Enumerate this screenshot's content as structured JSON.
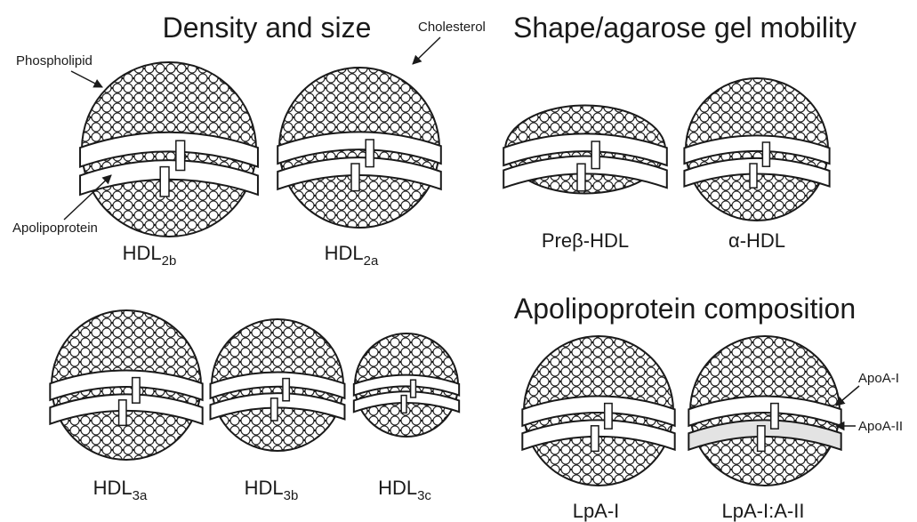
{
  "sections": {
    "density_title": "Density and size",
    "shape_title": "Shape/agarose gel mobility",
    "apo_title": "Apolipoprotein composition"
  },
  "annotations": {
    "phospholipid": "Phospholipid",
    "cholesterol": "Cholesterol",
    "apolipoprotein": "Apolipoprotein",
    "apoa1": "ApoA-I",
    "apoa2": "ApoA-II"
  },
  "particles": {
    "hdl2b": {
      "base": "HDL",
      "sub": "2b"
    },
    "hdl2a": {
      "base": "HDL",
      "sub": "2a"
    },
    "hdl3a": {
      "base": "HDL",
      "sub": "3a"
    },
    "hdl3b": {
      "base": "HDL",
      "sub": "3b"
    },
    "hdl3c": {
      "base": "HDL",
      "sub": "3c"
    },
    "prebeta": "Preβ-HDL",
    "alpha": "α-HDL",
    "lpa1": "LpA-I",
    "lpa1a2": "LpA-I:A-II"
  },
  "colors": {
    "outline": "#1a1a1a",
    "sphere_fill": "#eeeeee",
    "band_fill": "#ffffff",
    "apoa2_band": "#e3e3e3"
  }
}
